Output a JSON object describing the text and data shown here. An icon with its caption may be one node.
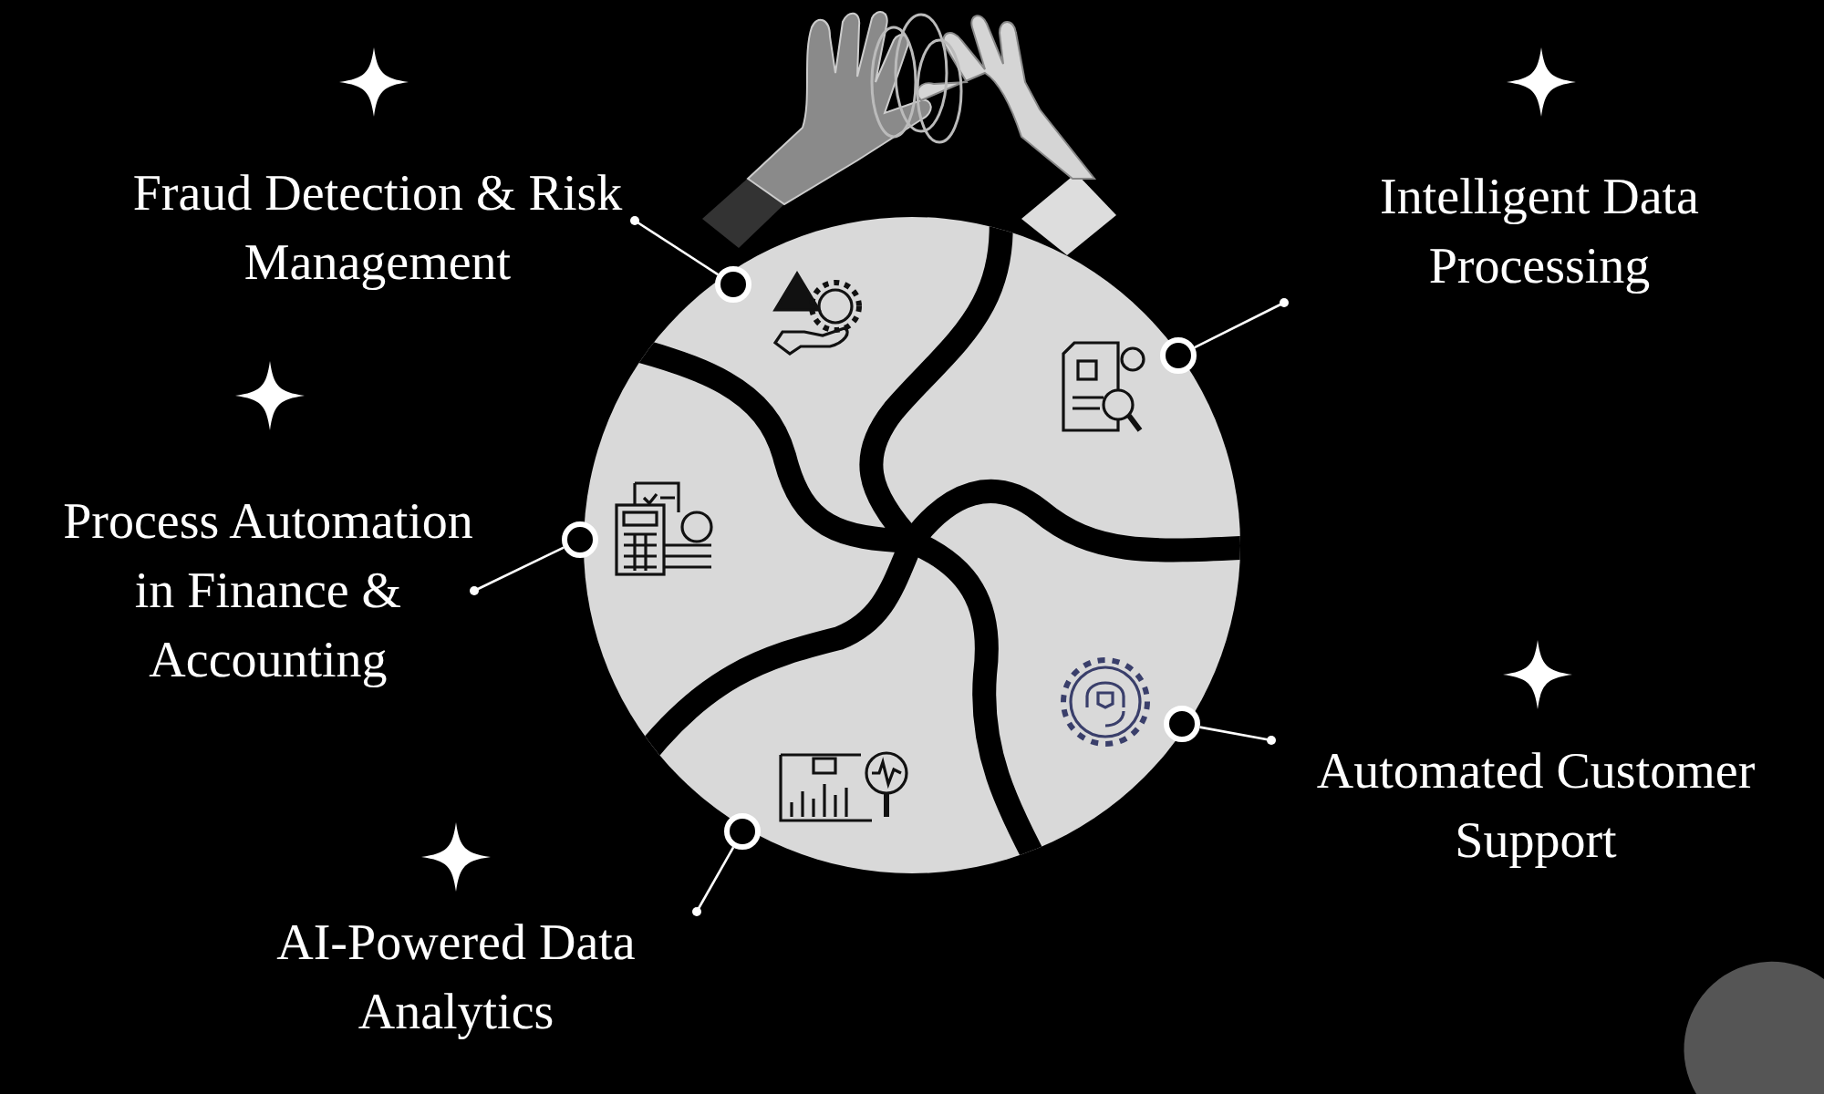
{
  "diagram": {
    "nodes": [
      {
        "text": [
          "Fraud Detection & Risk Management"
        ]
      },
      {
        "text": [
          "Intelligent Data Processing"
        ]
      },
      {
        "text": [
          "Process Automation in Finance & Accounting"
        ]
      },
      {
        "text": [
          "Automated Customer Support"
        ]
      },
      {
        "text": [
          "AI-Powered Data Analytics"
        ]
      },
      {
        "text": [],
        "shape": "circle"
      },
      {
        "text": [],
        "shape": "circle"
      },
      {
        "text": [],
        "shape": "circle"
      },
      {
        "text": [],
        "shape": "circle"
      },
      {
        "text": [],
        "shape": "circle"
      }
    ],
    "edges": [
      {
        "from": 0,
        "to": 6,
        "arrow": "other"
      },
      {
        "from": 1,
        "to": 8,
        "arrow": "other"
      },
      {
        "from": 2,
        "to": 5,
        "arrow": "other"
      },
      {
        "from": 3,
        "to": 9,
        "arrow": "other"
      },
      {
        "from": 4,
        "to": 7,
        "arrow": "other"
      }
    ]
  }
}
